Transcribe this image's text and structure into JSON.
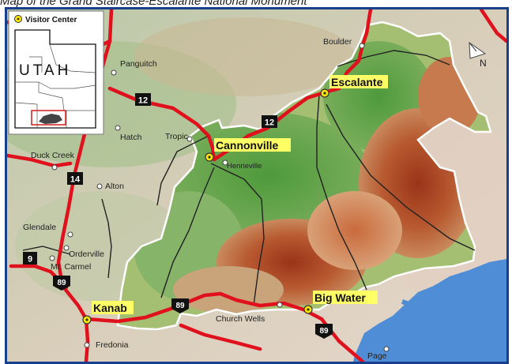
{
  "caption": "Map of the Grand Staircase-Escalante National Monument",
  "legend": {
    "visitor_center_label": "Visitor Center",
    "state_name": "UTAH"
  },
  "north_label": "N",
  "visitor_centers": [
    {
      "id": "escalante",
      "name": "Escalante"
    },
    {
      "id": "cannonville",
      "name": "Cannonville"
    },
    {
      "id": "kanab",
      "name": "Kanab"
    },
    {
      "id": "bigwater",
      "name": "Big Water"
    }
  ],
  "towns": [
    {
      "id": "boulder",
      "name": "Boulder"
    },
    {
      "id": "panguitch",
      "name": "Panguitch"
    },
    {
      "id": "hatch",
      "name": "Hatch"
    },
    {
      "id": "tropic",
      "name": "Tropic"
    },
    {
      "id": "henrieville",
      "name": "Henrieville"
    },
    {
      "id": "duckcreek",
      "name": "Duck Creek"
    },
    {
      "id": "alton",
      "name": "Alton"
    },
    {
      "id": "glendale",
      "name": "Glendale"
    },
    {
      "id": "orderville",
      "name": "Orderville"
    },
    {
      "id": "mtcarmel",
      "name": "Mt. Carmel"
    },
    {
      "id": "churchwells",
      "name": "Church Wells"
    },
    {
      "id": "fredonia",
      "name": "Fredonia"
    },
    {
      "id": "page",
      "name": "Page"
    }
  ],
  "route_shields": [
    {
      "id": "r12a",
      "label": "12"
    },
    {
      "id": "r12b",
      "label": "12"
    },
    {
      "id": "r14",
      "label": "14"
    },
    {
      "id": "r9",
      "label": "9"
    },
    {
      "id": "r89a",
      "label": "89"
    },
    {
      "id": "r89b",
      "label": "89"
    },
    {
      "id": "r89c",
      "label": "89"
    }
  ],
  "colors": {
    "frame": "#183f8c",
    "highway": "#e0111d",
    "boundary": "#ffffff",
    "lake": "#4f8ed6",
    "visitor_center_dot": "#ffe600",
    "legend_inset_outline": "#d21f1f"
  }
}
